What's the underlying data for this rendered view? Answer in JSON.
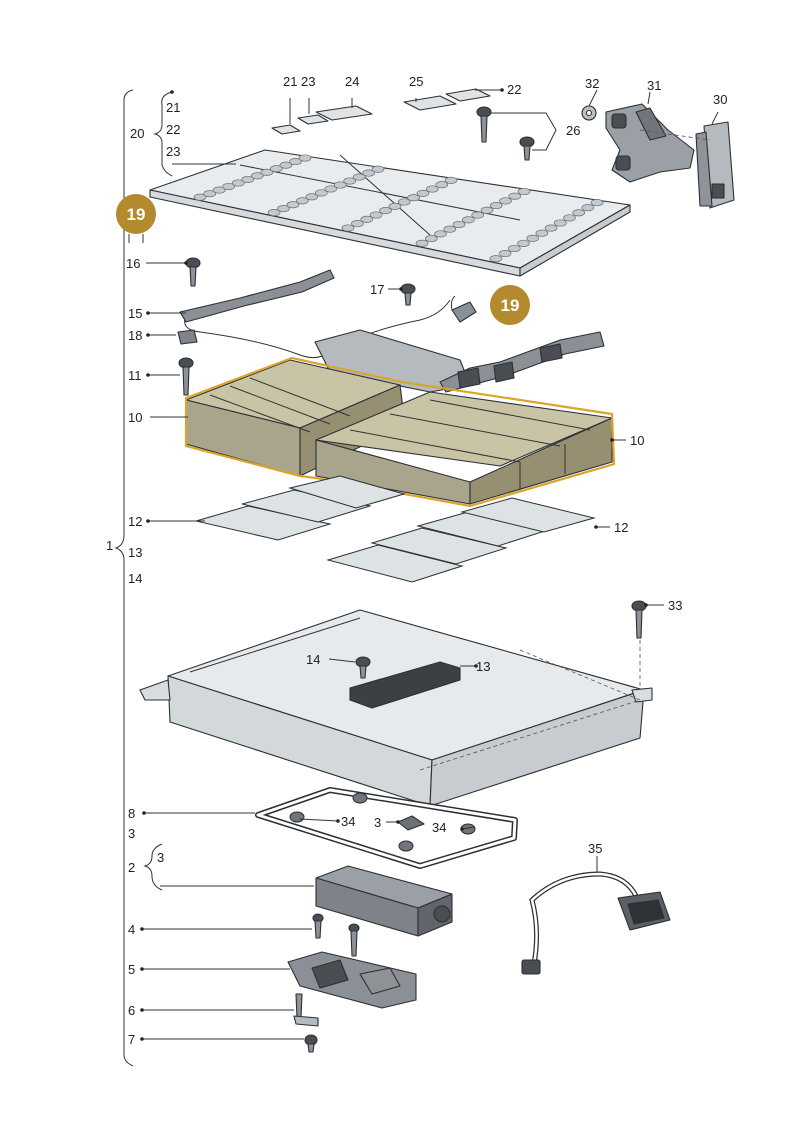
{
  "labels": {
    "n1": "1",
    "n2": "2",
    "n3": "3",
    "n4": "4",
    "n5": "5",
    "n6": "6",
    "n7": "7",
    "n8": "8",
    "n10": "10",
    "n11": "11",
    "n12": "12",
    "n13": "13",
    "n14": "14",
    "n15": "15",
    "n16": "16",
    "n17": "17",
    "n18": "18",
    "n19": "19",
    "n20": "20",
    "n21": "21",
    "n22": "22",
    "n23": "23",
    "n24": "24",
    "n25": "25",
    "n26": "26",
    "n30": "30",
    "n31": "31",
    "n32": "32",
    "n33": "33",
    "n34": "34",
    "n35": "35"
  },
  "colors": {
    "badge": "#b38a2e",
    "highlight": "#d9a52c",
    "line": "#333333"
  }
}
